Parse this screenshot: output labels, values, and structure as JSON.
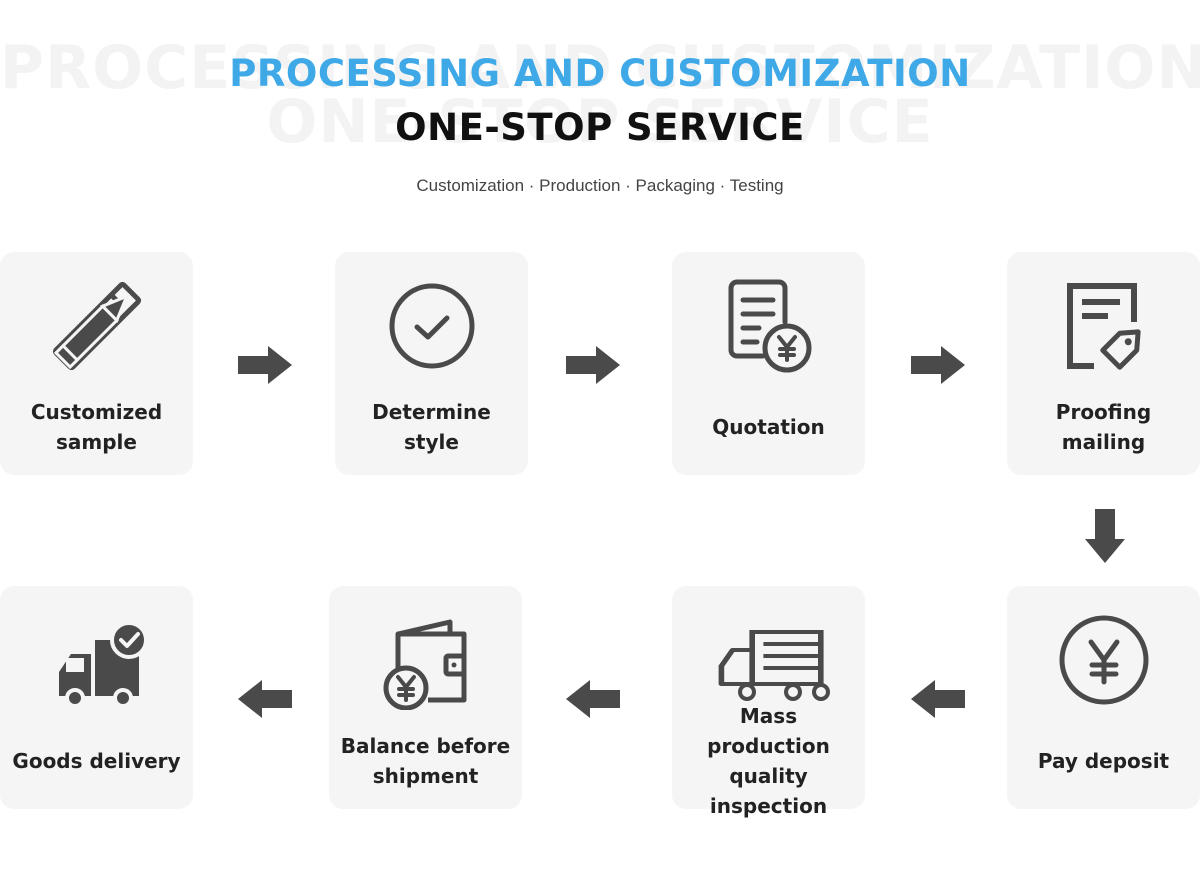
{
  "header": {
    "watermark_line1": "PROCESSING AND CUSTOMIZATION",
    "watermark_line2": "ONE-STOP SERVICE",
    "title_line1": "PROCESSING AND CUSTOMIZATION",
    "title_line2": "ONE-STOP SERVICE",
    "subtitle": "Customization · Production · Packaging · Testing"
  },
  "colors": {
    "accent": "#3fa9e8",
    "icon": "#4a4a4a",
    "card_background": "#f5f5f5",
    "arrow": "#4a4a4a"
  },
  "steps": [
    {
      "label": "Customized\nsample",
      "icon": "pencil-ruler-icon"
    },
    {
      "label": "Determine\nstyle",
      "icon": "check-circle-icon"
    },
    {
      "label": "Quotation",
      "icon": "document-yen-icon"
    },
    {
      "label": "Proofing\nmailing",
      "icon": "document-tag-icon"
    },
    {
      "label": "Pay deposit",
      "icon": "yen-circle-icon"
    },
    {
      "label": "Mass production\nquality inspection",
      "icon": "truck-icon"
    },
    {
      "label": "Balance before\nshipment",
      "icon": "wallet-yen-icon"
    },
    {
      "label": "Goods delivery",
      "icon": "delivery-truck-check-icon"
    }
  ]
}
